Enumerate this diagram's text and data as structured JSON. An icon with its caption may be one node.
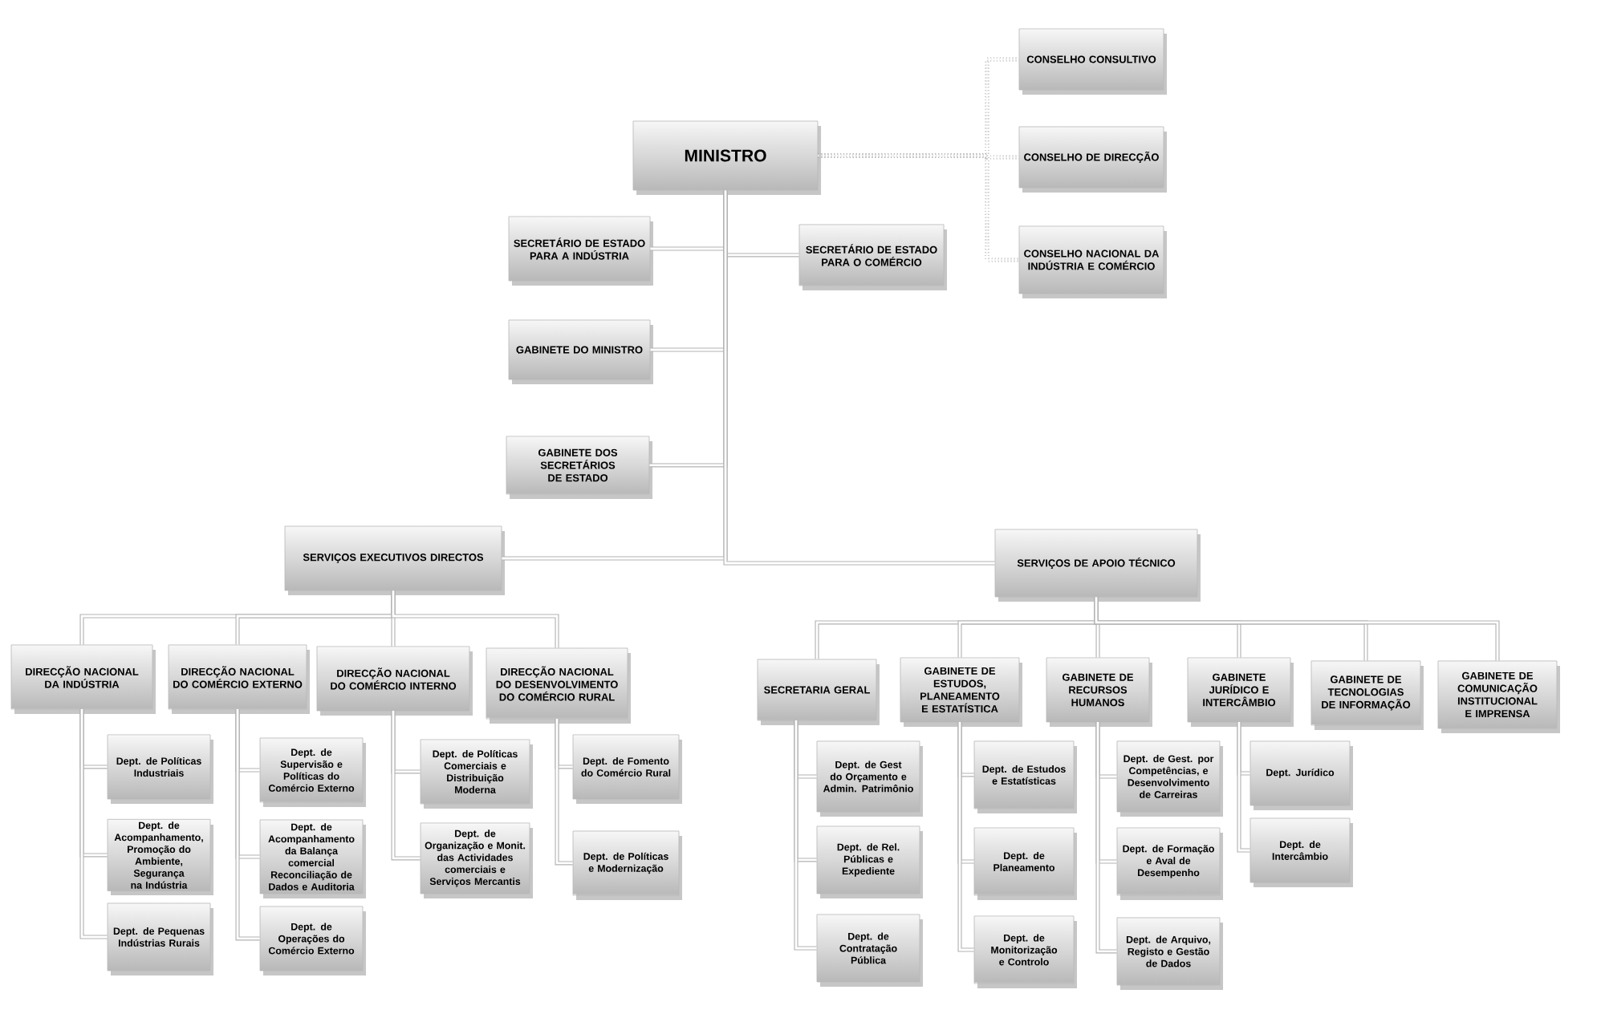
{
  "diagram": {
    "nodes": [
      {
        "text": [
          "MINISTRO"
        ]
      },
      {
        "text": [
          "CONSELHO CONSULTIVO"
        ]
      },
      {
        "text": [
          "CONSELHO DE DIRECÇÃO"
        ]
      },
      {
        "text": [
          "CONSELHO NACIONAL DA INDÚSTRIA E COMÉRCIO"
        ]
      },
      {
        "text": [
          "SECRETÁRIO DE ESTADO PARA A INDÚSTRIA"
        ]
      },
      {
        "text": [
          "SECRETÁRIO DE ESTADO PARA O COMÉRCIO"
        ]
      },
      {
        "text": [
          "GABINETE DO MINISTRO"
        ]
      },
      {
        "text": [
          "GABINETE DOS SECRETÁRIOS DE ESTADO"
        ]
      },
      {
        "text": [
          "SERVIÇOS EXECUTIVOS DIRECTOS"
        ]
      },
      {
        "text": [
          "SERVIÇOS DE APOIO TÉCNICO"
        ]
      },
      {
        "text": [
          "DIRECÇÃO NACIONAL DA INDÚSTRIA"
        ]
      },
      {
        "text": [
          "DIRECÇÃO NACIONAL DO COMÉRCIO EXTERNO"
        ]
      },
      {
        "text": [
          "DIRECÇÃO NACIONAL DO COMÉRCIO INTERNO"
        ]
      },
      {
        "text": [
          "DIRECÇÃO NACIONAL DO DESENVOLVIMENTO DO COMÉRCIO RURAL"
        ]
      },
      {
        "text": [
          "Dept. de Políticas Industriais"
        ]
      },
      {
        "text": [
          "Dept. de Acompanhamento, Promoção do Ambiente, Segurança na Indústria"
        ]
      },
      {
        "text": [
          "Dept. de Pequenas Indústrias Rurais"
        ]
      },
      {
        "text": [
          "Dept. de Supervisão e Políticas do Comércio Externo"
        ]
      },
      {
        "text": [
          "Dept. de Acompanhamento da Balança comercial Reconciliação de Dados e Auditoria"
        ]
      },
      {
        "text": [
          "Dept. de Operações do Comércio Externo"
        ]
      },
      {
        "text": [
          "Dept. de Políticas Comerciais e Distribuição Moderna"
        ]
      },
      {
        "text": [
          "Dept. de Organização e Monit. das Actividades comerciais e Serviços Mercantis"
        ]
      },
      {
        "text": [
          "Dept. de Fomento do Comércio Rural"
        ]
      },
      {
        "text": [
          "Dept. de Políticas e Modernização"
        ]
      },
      {
        "text": [
          "SECRETARIA GERAL"
        ]
      },
      {
        "text": [
          "GABINETE DE ESTUDOS, PLANEAMENTO E ESTATÍSTICA"
        ]
      },
      {
        "text": [
          "GABINETE DE RECURSOS HUMANOS"
        ]
      },
      {
        "text": [
          "GABINETE JURÍDICO E INTERCÂMBIO"
        ]
      },
      {
        "text": [
          "GABINETE DE TECNOLOGIAS DE INFORMAÇÃO"
        ]
      },
      {
        "text": [
          "GABINETE DE COMUNICAÇÃO INSTITUCIONAL E IMPRENSA"
        ]
      },
      {
        "text": [
          "Dept. de Gest do Orçamento e Admin. Patrimônio"
        ]
      },
      {
        "text": [
          "Dept. de Rel. Públicas e Expediente"
        ]
      },
      {
        "text": [
          "Dept. de Contratação Pública"
        ]
      },
      {
        "text": [
          "Dept. de Estudos e Estatísticas"
        ]
      },
      {
        "text": [
          "Dept. de Planeamento"
        ]
      },
      {
        "text": [
          "Dept. de Monitorização e Controlo"
        ]
      },
      {
        "text": [
          "Dept. de Gest. por Competências, e Desenvolvimento de Carreiras"
        ]
      },
      {
        "text": [
          "Dept. de Formação e Aval de Desempenho"
        ]
      },
      {
        "text": [
          "Dept. de Arquivo, Registo e Gestão de Dados"
        ]
      },
      {
        "text": [
          "Dept. Jurídico"
        ]
      },
      {
        "text": [
          "Dept. de Intercâmbio"
        ]
      }
    ],
    "edges": [
      {
        "from": 0,
        "to": 1,
        "arrow": "none",
        "style": "dashed"
      },
      {
        "from": 0,
        "to": 2,
        "arrow": "none",
        "style": "dashed"
      },
      {
        "from": 0,
        "to": 3,
        "arrow": "none",
        "style": "dashed"
      },
      {
        "from": 0,
        "to": 4,
        "arrow": "none"
      },
      {
        "from": 0,
        "to": 5,
        "arrow": "none"
      },
      {
        "from": 0,
        "to": 6,
        "arrow": "none"
      },
      {
        "from": 0,
        "to": 7,
        "arrow": "none"
      },
      {
        "from": 0,
        "to": 8,
        "arrow": "none"
      },
      {
        "from": 0,
        "to": 9,
        "arrow": "none"
      },
      {
        "from": 8,
        "to": 10,
        "arrow": "none"
      },
      {
        "from": 8,
        "to": 11,
        "arrow": "none"
      },
      {
        "from": 8,
        "to": 12,
        "arrow": "none"
      },
      {
        "from": 8,
        "to": 13,
        "arrow": "none"
      },
      {
        "from": 10,
        "to": 14,
        "arrow": "none"
      },
      {
        "from": 10,
        "to": 15,
        "arrow": "none"
      },
      {
        "from": 10,
        "to": 16,
        "arrow": "none"
      },
      {
        "from": 11,
        "to": 17,
        "arrow": "none"
      },
      {
        "from": 11,
        "to": 18,
        "arrow": "none"
      },
      {
        "from": 11,
        "to": 19,
        "arrow": "none"
      },
      {
        "from": 12,
        "to": 20,
        "arrow": "none"
      },
      {
        "from": 12,
        "to": 21,
        "arrow": "none"
      },
      {
        "from": 13,
        "to": 22,
        "arrow": "none"
      },
      {
        "from": 13,
        "to": 23,
        "arrow": "none"
      },
      {
        "from": 9,
        "to": 24,
        "arrow": "none"
      },
      {
        "from": 9,
        "to": 25,
        "arrow": "none"
      },
      {
        "from": 9,
        "to": 26,
        "arrow": "none"
      },
      {
        "from": 9,
        "to": 27,
        "arrow": "none"
      },
      {
        "from": 9,
        "to": 28,
        "arrow": "none"
      },
      {
        "from": 9,
        "to": 29,
        "arrow": "none"
      },
      {
        "from": 24,
        "to": 30,
        "arrow": "none"
      },
      {
        "from": 24,
        "to": 31,
        "arrow": "none"
      },
      {
        "from": 24,
        "to": 32,
        "arrow": "none"
      },
      {
        "from": 25,
        "to": 33,
        "arrow": "none"
      },
      {
        "from": 25,
        "to": 34,
        "arrow": "none"
      },
      {
        "from": 25,
        "to": 35,
        "arrow": "none"
      },
      {
        "from": 26,
        "to": 36,
        "arrow": "none"
      },
      {
        "from": 26,
        "to": 37,
        "arrow": "none"
      },
      {
        "from": 26,
        "to": 38,
        "arrow": "none"
      },
      {
        "from": 27,
        "to": 39,
        "arrow": "none"
      },
      {
        "from": 27,
        "to": 40,
        "arrow": "none"
      }
    ]
  }
}
